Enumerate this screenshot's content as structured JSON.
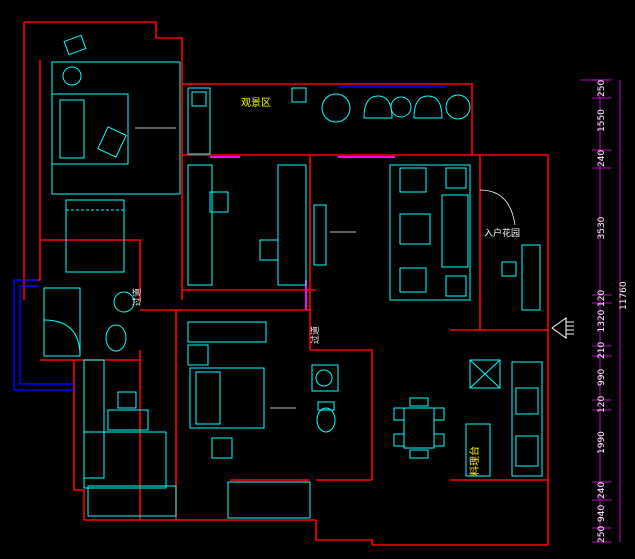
{
  "colors": {
    "background": "#000000",
    "wall": "#ff0000",
    "furniture": "#00ffff",
    "dimension": "#ff00ff",
    "label": "#ffff00",
    "text": "#ffffff",
    "window": "#0000ff"
  },
  "labels": {
    "balcony": "观景区",
    "entry_garden": "入户花园",
    "aisle_a": "过道",
    "aisle_b": "过道",
    "kitchen_counter": "料理台"
  },
  "dimensions": {
    "segments": [
      "250",
      "1550",
      "240",
      "3530",
      "120",
      "1320",
      "210",
      "990",
      "120",
      "1990",
      "240",
      "940",
      "250"
    ],
    "total": "11760"
  },
  "icons": {
    "entry_arrow": "entry-arrow-icon"
  }
}
